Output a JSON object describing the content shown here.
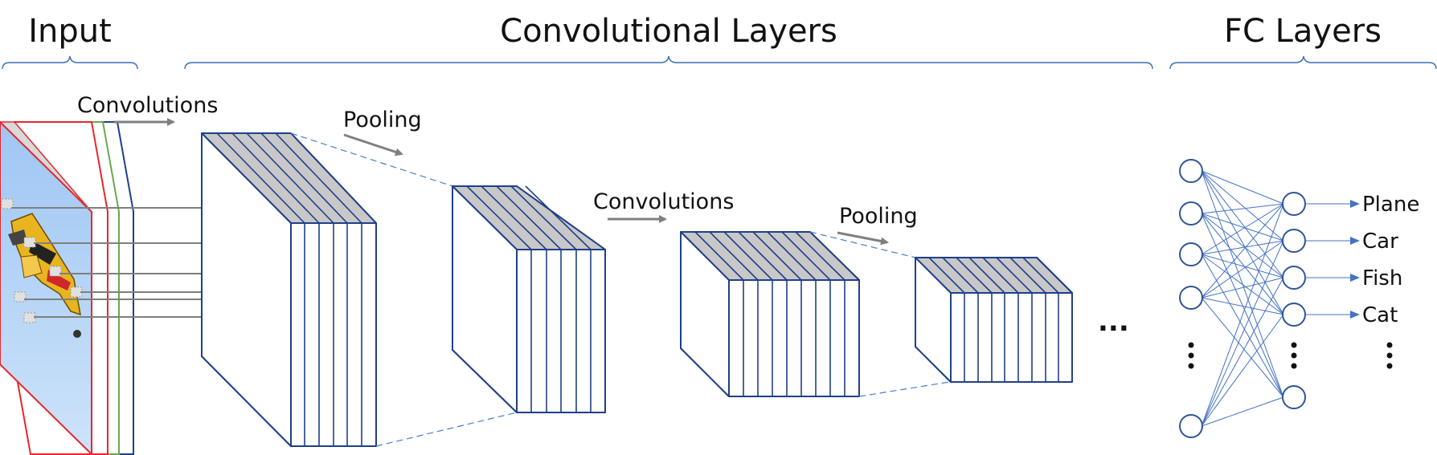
{
  "sections": {
    "input": "Input",
    "conv_layers": "Convolutional Layers",
    "fc_layers": "FC Layers"
  },
  "operations": {
    "convolutions_1": "Convolutions",
    "pooling_1": "Pooling",
    "convolutions_2": "Convolutions",
    "pooling_2": "Pooling"
  },
  "continuation": "...",
  "classes": [
    "Plane",
    "Car",
    "Fish",
    "Cat"
  ],
  "colors": {
    "layer_edge": "#1f3f8a",
    "layer_top": "#c8c8c8",
    "channel_red": "#e8262a",
    "channel_green": "#6aa84f",
    "channel_blue": "#1f3f8a",
    "arrow_gray": "#7f7f7f",
    "fc_line": "#4472c4"
  }
}
